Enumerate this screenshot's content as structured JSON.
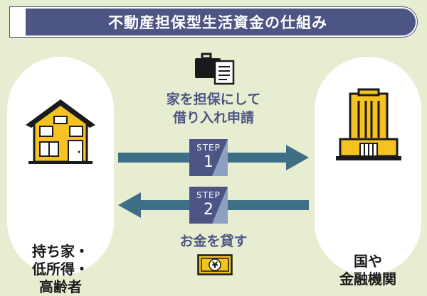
{
  "title": "不動産担保型生活資金の仕組み",
  "left_party": {
    "lines": [
      "持ち家・",
      "低所得・",
      "高齢者"
    ]
  },
  "right_party": {
    "lines": [
      "国や",
      "金融機関"
    ]
  },
  "step1": {
    "word": "STEP",
    "number": "1",
    "caption_lines": [
      "家を担保にして",
      "借り入れ申請"
    ]
  },
  "step2": {
    "word": "STEP",
    "number": "2",
    "caption": "お金を貸す"
  },
  "money_symbol": "¥",
  "icons": [
    "house-icon",
    "briefcase-document-icon",
    "bank-building-icon",
    "yen-bill-icon"
  ],
  "colors": {
    "background": "#e6edd0",
    "navy": "#4d5585",
    "arrow": "#3e6f86",
    "house_yellow": "#f5c321",
    "step_accent": "#8ea0c0"
  }
}
